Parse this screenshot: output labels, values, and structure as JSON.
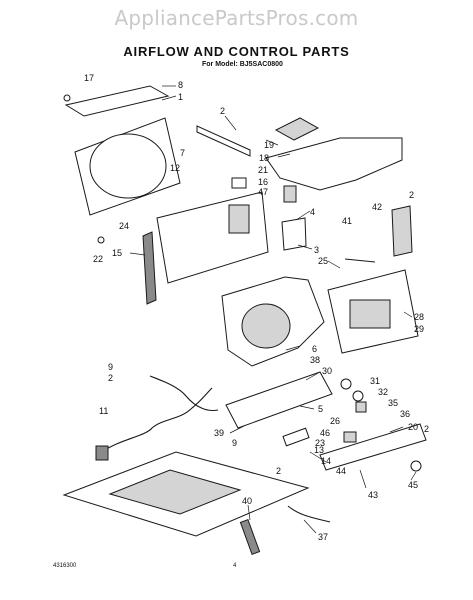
{
  "header": {
    "watermark": "AppliancePartsPros.com",
    "title": "AIRFLOW AND CONTROL PARTS",
    "model_line": "For Model: BJ5SAC0800"
  },
  "footer": {
    "doc_number": "4316300",
    "page_number": "4"
  },
  "callouts": [
    "17",
    "8",
    "1",
    "2",
    "19",
    "7",
    "18",
    "12",
    "21",
    "16",
    "47",
    "2",
    "42",
    "24",
    "4",
    "41",
    "22",
    "15",
    "3",
    "25",
    "28",
    "29",
    "6",
    "38",
    "9",
    "30",
    "2",
    "31",
    "32",
    "35",
    "36",
    "11",
    "5",
    "20",
    "26",
    "2",
    "39",
    "9",
    "46",
    "23",
    "14",
    "13",
    "2",
    "45",
    "43",
    "44",
    "40",
    "37"
  ]
}
